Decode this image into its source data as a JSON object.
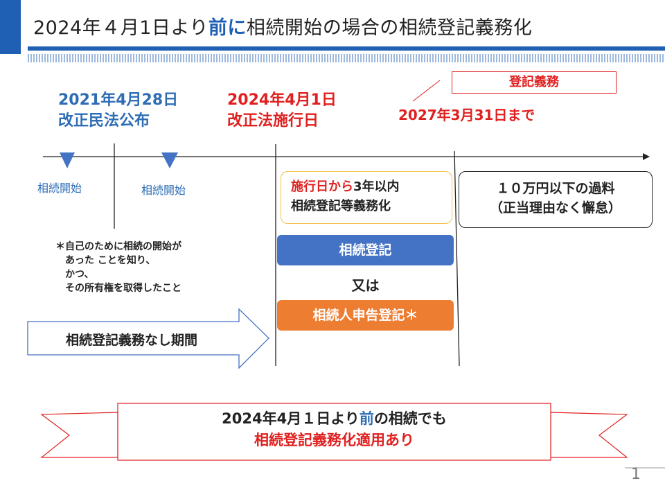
{
  "title": {
    "before": "2024年４月1日より",
    "highlight": "前に",
    "after": "相続開始の場合の相続登記義務化"
  },
  "events": {
    "promulgation_date": "2021年4月28日",
    "promulgation_label": "改正民法公布",
    "effective_date": "2024年4月1日",
    "effective_label": "改正法施行日",
    "duty_box": "登記義務",
    "deadline": "2027年3月31日まで"
  },
  "markers": {
    "marker1_label": "相続開始",
    "marker2_label": "相続開始"
  },
  "note": {
    "line1": "＊自己のために相続の開始が",
    "line2": "　あった ことを知り、",
    "line3": "　かつ、",
    "line4": "　その所有権を取得したこと"
  },
  "three_year_box": {
    "red_part": "施行日から",
    "black_part": "3年以内",
    "line2": "相続登記等義務化"
  },
  "fine_box": {
    "line1": "１０万円以下の過料",
    "line2": "（正当理由なく懈怠）"
  },
  "options": {
    "inheritance_registration": "相続登記",
    "or": "又は",
    "heir_declaration": "相続人申告登記＊"
  },
  "no_duty_period": "相続登記義務なし期間",
  "banner": {
    "line1_before": "2024年4月１日より",
    "line1_blue": "前",
    "line1_after": "の相続でも",
    "line2": "相続登記義務化適用あり"
  },
  "page_number": "1",
  "colors": {
    "accent_blue": "#1f5fb4",
    "text_blue": "#2e6db4",
    "red": "#e02020",
    "button_blue": "#4472c4",
    "button_orange": "#ed7d31",
    "box_yellow": "#f2c14e"
  }
}
